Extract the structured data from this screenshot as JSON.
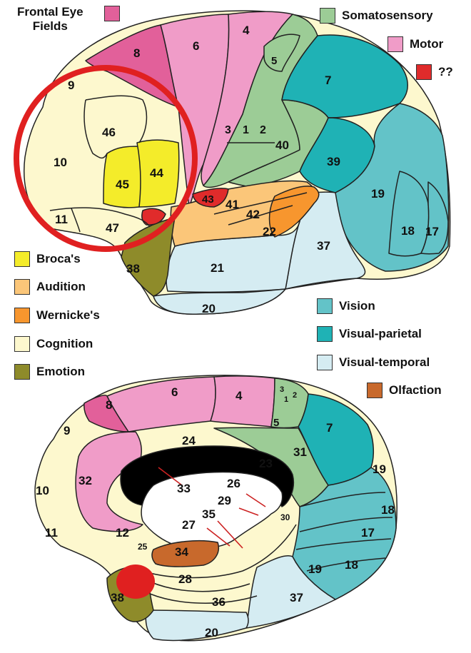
{
  "colors": {
    "frontal_eye": "#e2609a",
    "somatosensory": "#9ccc96",
    "motor": "#f09cc8",
    "unknown": "#e02b2b",
    "broca": "#f4ec2a",
    "audition": "#fbc679",
    "wernicke": "#f7962e",
    "cognition": "#fdf8ce",
    "emotion": "#8e8b2a",
    "vision": "#63c3c8",
    "visual_parietal": "#1fb2b5",
    "visual_temporal": "#d5ecf2",
    "olfaction": "#c8692c",
    "marker": "#e02020"
  },
  "title": {
    "line1": "Frontal Eye",
    "line2": "Fields"
  },
  "legend": {
    "frontal_eye": "",
    "somatosensory": "Somatosensory",
    "motor": "Motor",
    "unknown": "??",
    "broca": "Broca's",
    "audition": "Audition",
    "wernicke": "Wernicke's",
    "cognition": "Cognition",
    "emotion": "Emotion",
    "vision": "Vision",
    "visual_parietal": "Visual-parietal",
    "visual_temporal": "Visual-temporal",
    "olfaction": "Olfaction"
  },
  "lateral_labels": {
    "a4": "4",
    "a6": "6",
    "a8": "8",
    "a9": "9",
    "a5": "5",
    "a7": "7",
    "a46": "46",
    "a10": "10",
    "a45": "45",
    "a44": "44",
    "a3": "3",
    "a1": "1",
    "a2": "2",
    "a40": "40",
    "a39": "39",
    "a11": "11",
    "a47": "47",
    "a43": "43",
    "a41": "41",
    "a42": "42",
    "a22": "22",
    "a19": "19",
    "a18": "18",
    "a17": "17",
    "a38": "38",
    "a21": "21",
    "a37": "37",
    "a20": "20"
  },
  "medial_labels": {
    "a6": "6",
    "a4": "4",
    "a3": "3",
    "a1": "1",
    "a2": "2",
    "a8": "8",
    "a5": "5",
    "a7": "7",
    "a9": "9",
    "a24": "24",
    "a31": "31",
    "a32": "32",
    "a23": "23",
    "a33": "33",
    "a26": "26",
    "a19a": "19",
    "a29": "29",
    "a10": "10",
    "a35": "35",
    "a30": "30",
    "a18a": "18",
    "a27": "27",
    "a11": "11",
    "a12": "12",
    "a25": "25",
    "a17": "17",
    "a34": "34",
    "a19b": "19",
    "a18b": "18",
    "a28": "28",
    "a38": "38",
    "a36": "36",
    "a37": "37",
    "a20": "20"
  }
}
